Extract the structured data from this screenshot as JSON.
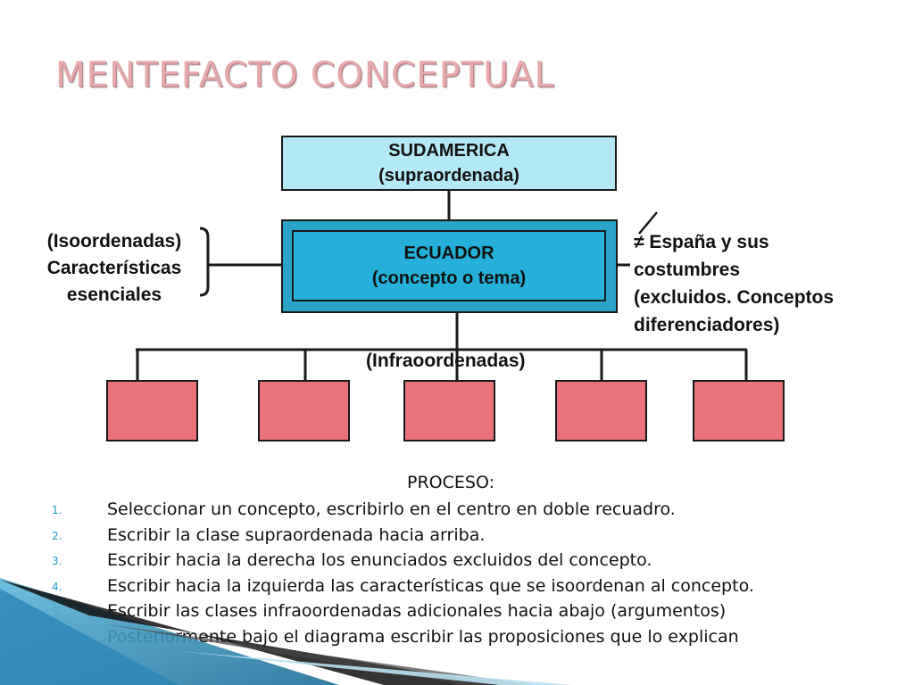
{
  "title": "MENTEFACTO CONCEPTUAL",
  "diagram": {
    "supraordinate": {
      "line1": "SUDAMERICA",
      "line2": "(supraordenada)"
    },
    "concept": {
      "line1": "ECUADOR",
      "line2": "(concepto o tema)"
    },
    "isoordinate": {
      "line1": "(Isoordenadas)",
      "line2": "Características",
      "line3": "esenciales"
    },
    "excluded": {
      "symbol": "≠",
      "line1": "España y sus",
      "line2": "costumbres",
      "line3": "(excluidos. Conceptos",
      "line4": "diferenciadores)"
    },
    "infraordinate_label": "(Infraoordenadas)",
    "colors": {
      "supra": "#b3e9f6",
      "concept": "#24b0d8",
      "infra": "#ea737a",
      "title": "#e6a9ad"
    }
  },
  "process": {
    "heading": "PROCESO:",
    "steps": [
      {
        "num": "1.",
        "text": "Seleccionar un concepto, escribirlo en el centro en doble recuadro."
      },
      {
        "num": "2.",
        "text": "Escribir la clase supraordenada hacia arriba."
      },
      {
        "num": "3.",
        "text": "Escribir hacia la derecha los enunciados excluidos del concepto."
      },
      {
        "num": "4.",
        "text": "Escribir hacia la izquierda las características que se isoordenan al concepto."
      },
      {
        "num": "5.",
        "text": "Escribir las clases infraoordenadas adicionales hacia abajo (argumentos)"
      },
      {
        "num": "6.",
        "text": "Posteriormente bajo el diagrama escribir las proposiciones que lo explican"
      }
    ]
  }
}
